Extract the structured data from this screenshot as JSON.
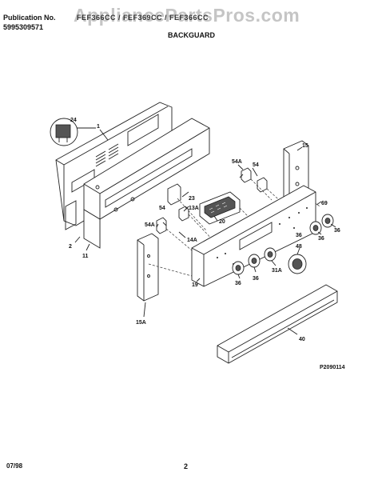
{
  "header": {
    "publication_label": "Publication No.",
    "publication_number": "5995309571",
    "models": "FEF366CC / FEF369CC / FEF366CC",
    "section_title": "BACKGUARD",
    "watermark": "AppliancePartsPros.com"
  },
  "callouts": {
    "c1": "1",
    "c2": "2",
    "c11": "11",
    "c13a": "13A",
    "c14a": "14A",
    "c15": "15",
    "c15a": "15A",
    "c19": "19",
    "c20": "20",
    "c23": "23",
    "c24": "24",
    "c31a": "31A",
    "c36a": "36",
    "c36b": "36",
    "c36c": "36",
    "c36d": "36",
    "c36e": "36",
    "c40": "40",
    "c48": "48",
    "c54a": "54",
    "c54b": "54",
    "c54aa": "54A",
    "c54ab": "54A",
    "c69": "69"
  },
  "footer": {
    "date": "07/98",
    "page": "2",
    "figure_code": "P2090114"
  }
}
